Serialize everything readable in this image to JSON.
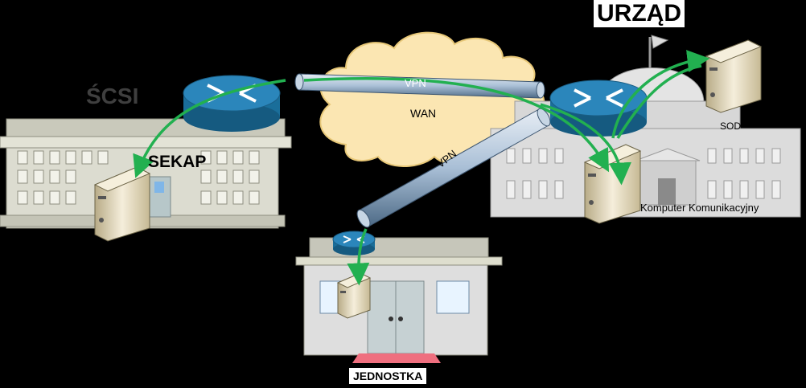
{
  "labels": {
    "urzad": "URZĄD",
    "scsi": "ŚCSI",
    "sekap": "SEKAP",
    "vpn_top": "VPN",
    "wan": "WAN",
    "vpn_diag": "VPN",
    "sod": "SOD",
    "komputer": "Komputer Komunikacyjny",
    "jednostka": "JEDNOSTKA"
  },
  "colors": {
    "background": "#000000",
    "arrow": "#22b050",
    "cloud": "#fbe6b2",
    "building": "#dcdcd0",
    "router": "#1f7fb0",
    "tunnel": "#9fb6cc",
    "carpet": "#ef6f7f"
  },
  "icons": [
    "router-icon",
    "server-icon",
    "cloud-icon",
    "building-icon",
    "flag-icon"
  ]
}
